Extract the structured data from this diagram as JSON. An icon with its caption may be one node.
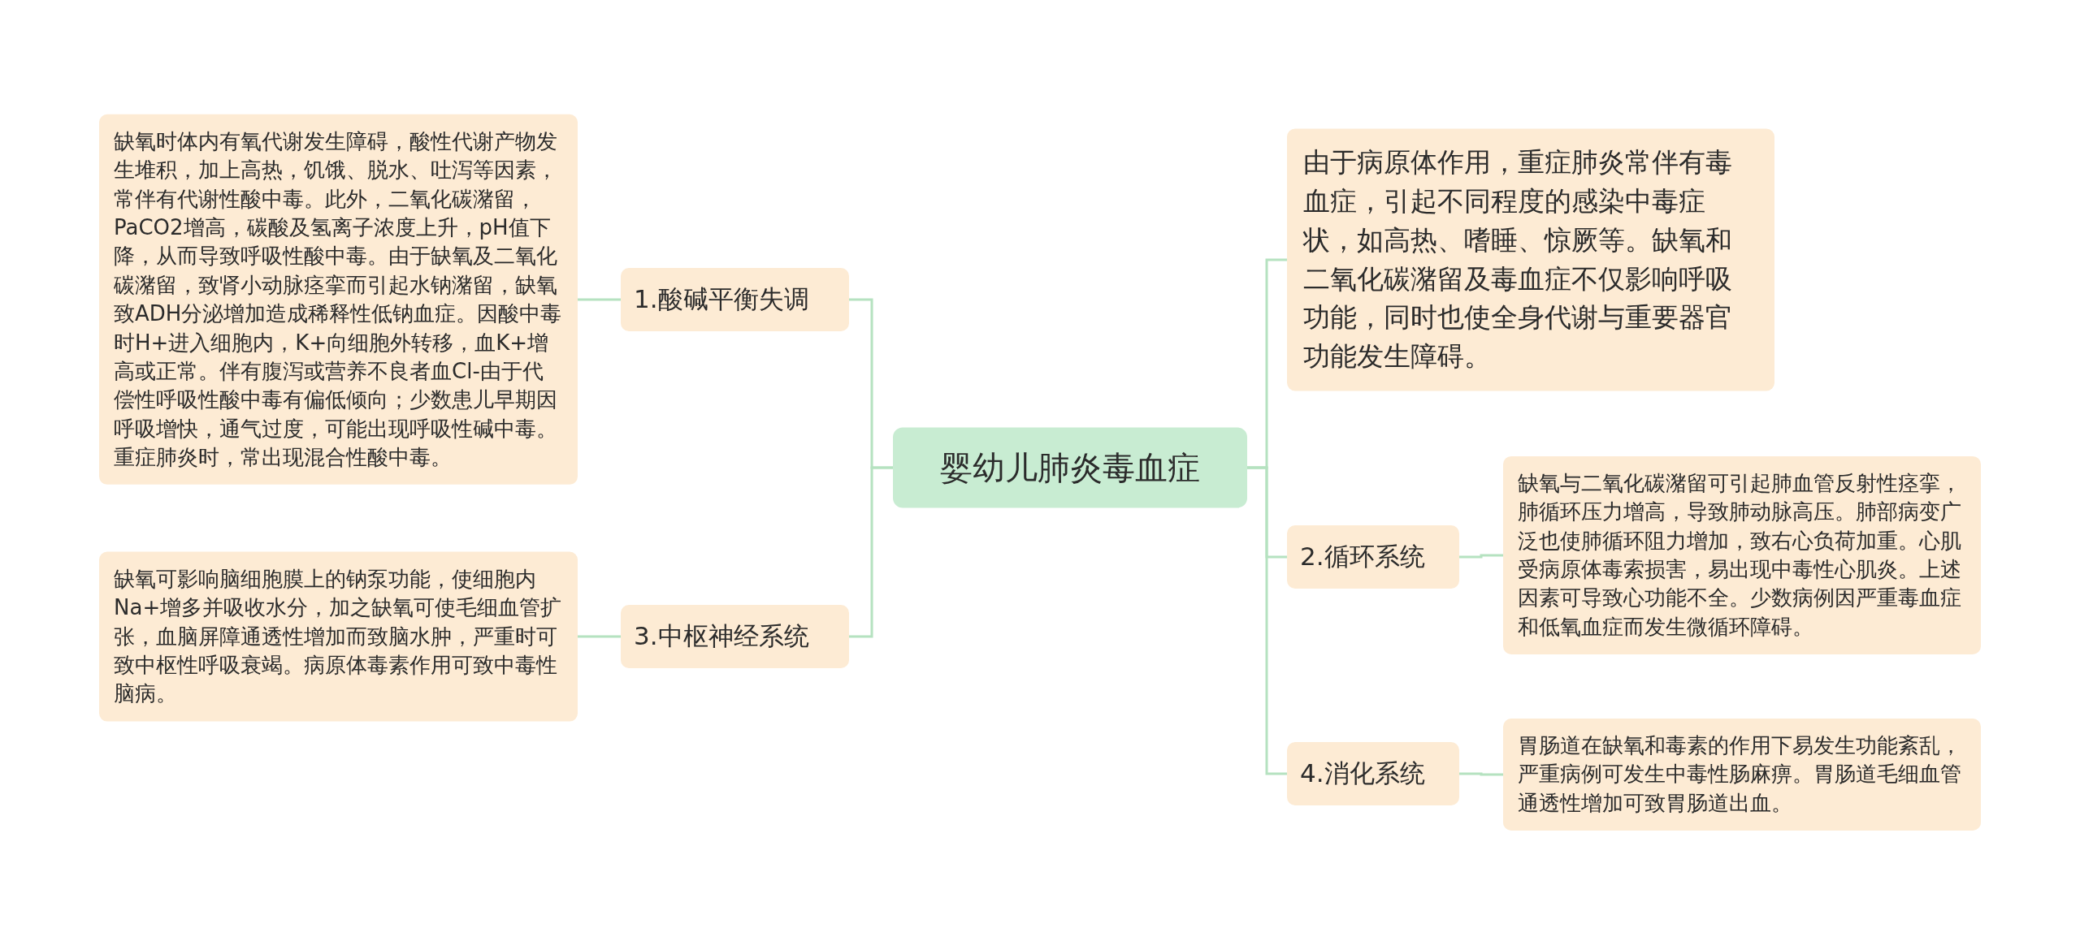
{
  "diagram": {
    "nodes": [
      {
        "text": [
          "婴幼儿肺炎毒血症"
        ]
      },
      {
        "text": [
          "1.酸碱平衡失调"
        ]
      },
      {
        "text": [
          "缺氧时体内有氧代谢发生障碍，酸性代谢产物发生堆积，加上高热，饥饿、脱水、吐泻等因素，常伴有代谢性酸中毒。此外，二氧化碳潴留，PaCO2增高，碳酸及氢离子浓度上升，pH值下降，从而导致呼吸性酸中毒。由于缺氧及二氧化碳潴留，致肾小动脉痉挛而引起水钠潴留，缺氧致ADH分泌增加造成稀释性低钠血症。因酸中毒时H+进入细胞内，K+向细胞外转移，血K+增高或正常。伴有腹泻或营养不良者血Cl-由于代偿性呼吸性酸中毒有偏低倾向；少数患儿早期因呼吸增快，通气过度，可能出现呼吸性碱中毒。重症肺炎时，常出现混合性酸中毒。"
        ]
      },
      {
        "text": [
          "3.中枢神经系统"
        ]
      },
      {
        "text": [
          "缺氧可影响脑细胞膜上的钠泵功能，使细胞内Na+增多并吸收水分，加之缺氧可使毛细血管扩张，血脑屏障通透性增加而致脑水肿，严重时可致中枢性呼吸衰竭。病原体毒素作用可致中毒性脑病。"
        ]
      },
      {
        "text": [
          "由于病原体作用，重症肺炎常伴有毒血症，引起不同程度的感染中毒症状，如高热、嗜睡、惊厥等。缺氧和二氧化碳潴留及毒血症不仅影响呼吸功能，同时也使全身代谢与重要器官功能发生障碍。"
        ]
      },
      {
        "text": [
          "2.循环系统"
        ]
      },
      {
        "text": [
          "缺氧与二氧化碳潴留可引起肺血管反射性痉挛，肺循环压力增高，导致肺动脉高压。肺部病变广泛也使肺循环阻力增加，致右心负荷加重。心肌受病原体毒索损害，易出现中毒性心肌炎。上述因素可导致心功能不全。少数病例因严重毒血症和低氧血症而发生微循环障碍。"
        ]
      },
      {
        "text": [
          "4.消化系统"
        ]
      },
      {
        "text": [
          "胃肠道在缺氧和毒素的作用下易发生功能紊乱，严重病例可发生中毒性肠麻痹。胃肠道毛细血管通透性增加可致胃肠道出血。"
        ]
      }
    ],
    "edges": [
      {
        "from": 0,
        "to": 1,
        "arrow": "none"
      },
      {
        "from": 1,
        "to": 2,
        "arrow": "none"
      },
      {
        "from": 0,
        "to": 3,
        "arrow": "none"
      },
      {
        "from": 3,
        "to": 4,
        "arrow": "none"
      },
      {
        "from": 0,
        "to": 5,
        "arrow": "none"
      },
      {
        "from": 0,
        "to": 6,
        "arrow": "none"
      },
      {
        "from": 6,
        "to": 7,
        "arrow": "none"
      },
      {
        "from": 0,
        "to": 8,
        "arrow": "none"
      },
      {
        "from": 8,
        "to": 9,
        "arrow": "none"
      }
    ]
  }
}
